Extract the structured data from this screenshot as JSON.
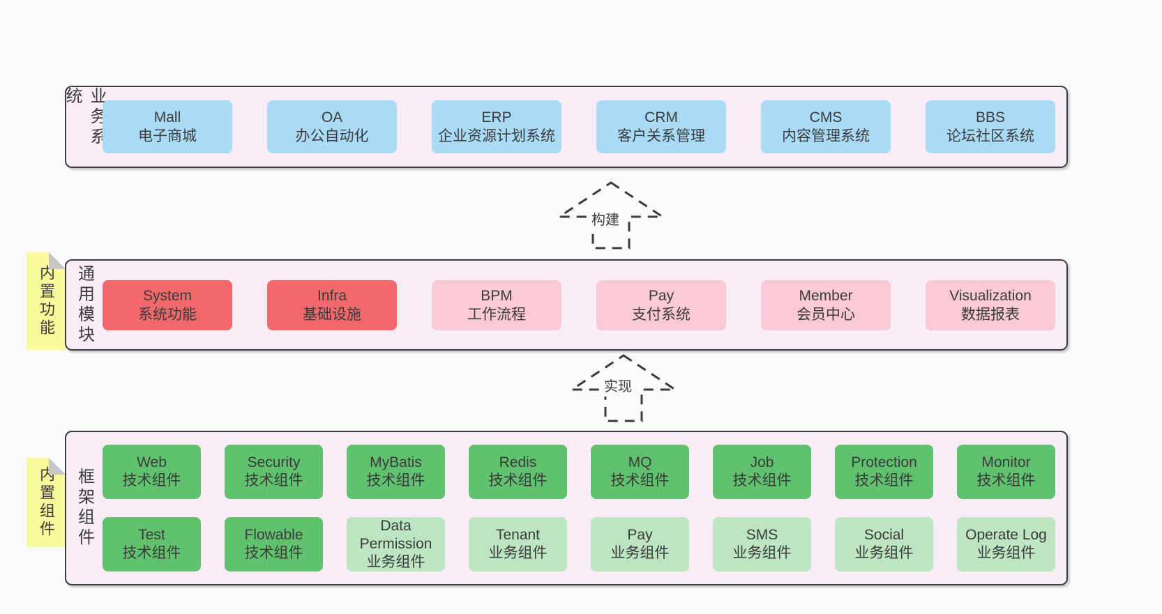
{
  "palette": {
    "background": "#fafafa",
    "layer_fill": "#f8edf6",
    "layer_border": "#3c3c3c",
    "blue_box": "#a9dbf6",
    "red_box": "#f1696b",
    "pink_box": "#fac9d3",
    "green_box": "#60c26f",
    "light_green_box": "#bde5c2",
    "sticky_yellow": "#fafa9d",
    "sticky_fold": "#c7c7c7",
    "text": "#3b3b3b"
  },
  "arrows": [
    {
      "label": "构建"
    },
    {
      "label": "实现"
    }
  ],
  "layers": [
    {
      "label": "业务系统",
      "rows": [
        [
          {
            "name": "Mall",
            "desc": "电子商城"
          },
          {
            "name": "OA",
            "desc": "办公自动化"
          },
          {
            "name": "ERP",
            "desc": "企业资源计划系统"
          },
          {
            "name": "CRM",
            "desc": "客户关系管理"
          },
          {
            "name": "CMS",
            "desc": "内容管理系统"
          },
          {
            "name": "BBS",
            "desc": "论坛社区系统"
          }
        ]
      ]
    },
    {
      "label": "通用模块",
      "sticky": "内置功能",
      "rows": [
        [
          {
            "name": "System",
            "desc": "系统功能"
          },
          {
            "name": "Infra",
            "desc": "基础设施"
          },
          {
            "name": "BPM",
            "desc": "工作流程"
          },
          {
            "name": "Pay",
            "desc": "支付系统"
          },
          {
            "name": "Member",
            "desc": "会员中心"
          },
          {
            "name": "Visualization",
            "desc": "数据报表"
          }
        ]
      ]
    },
    {
      "label": "框架组件",
      "sticky": "内置组件",
      "rows": [
        [
          {
            "name": "Web",
            "desc": "技术组件"
          },
          {
            "name": "Security",
            "desc": "技术组件"
          },
          {
            "name": "MyBatis",
            "desc": "技术组件"
          },
          {
            "name": "Redis",
            "desc": "技术组件"
          },
          {
            "name": "MQ",
            "desc": "技术组件"
          },
          {
            "name": "Job",
            "desc": "技术组件"
          },
          {
            "name": "Protection",
            "desc": "技术组件"
          },
          {
            "name": "Monitor",
            "desc": "技术组件"
          }
        ],
        [
          {
            "name": "Test",
            "desc": "技术组件"
          },
          {
            "name": "Flowable",
            "desc": "技术组件"
          },
          {
            "name": "Data Permission",
            "desc": "业务组件"
          },
          {
            "name": "Tenant",
            "desc": "业务组件"
          },
          {
            "name": "Pay",
            "desc": "业务组件"
          },
          {
            "name": "SMS",
            "desc": "业务组件"
          },
          {
            "name": "Social",
            "desc": "业务组件"
          },
          {
            "name": "Operate Log",
            "desc": "业务组件"
          }
        ]
      ]
    }
  ]
}
